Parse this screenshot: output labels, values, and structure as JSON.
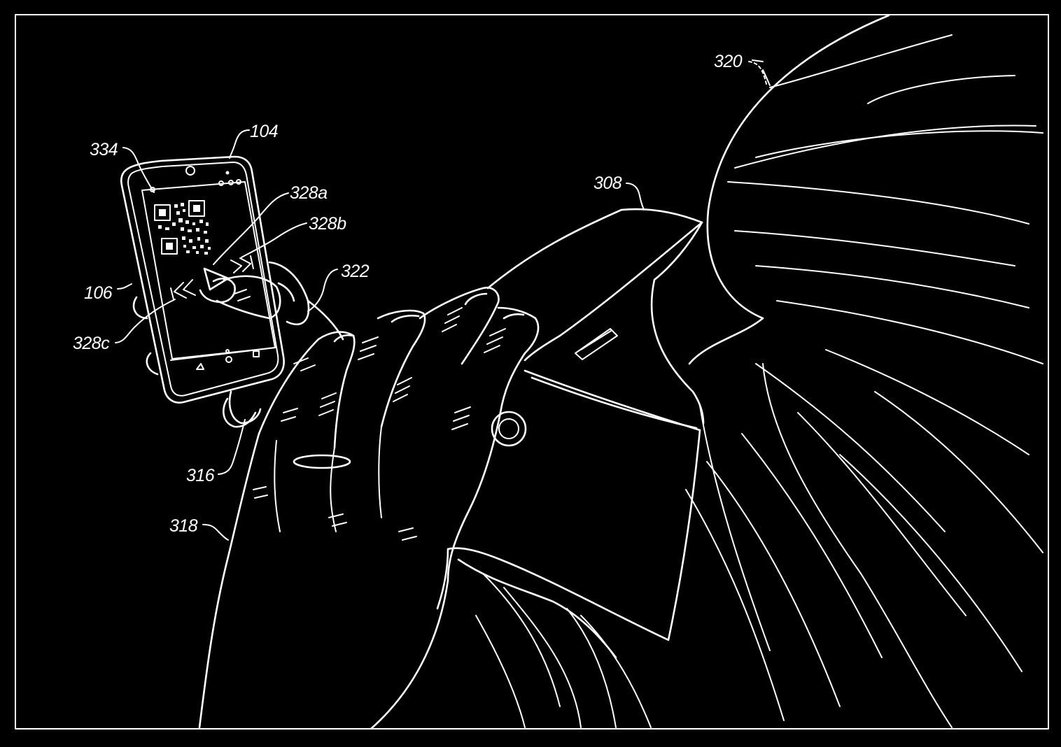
{
  "figure": {
    "kind": "patent-drawing",
    "line_color": "#ffffff",
    "background_color": "#000000",
    "labels": {
      "l104": "104",
      "l106": "106",
      "l308": "308",
      "l316": "316",
      "l318": "318",
      "l320": "320",
      "l322": "322",
      "l328a": "328a",
      "l328b": "328b",
      "l328c": "328c",
      "l334": "334"
    },
    "icons": [
      "qr-code-icon",
      "rewind-icon",
      "play-icon",
      "fast-forward-icon",
      "back-nav-icon",
      "home-nav-icon",
      "recent-apps-icon"
    ]
  }
}
